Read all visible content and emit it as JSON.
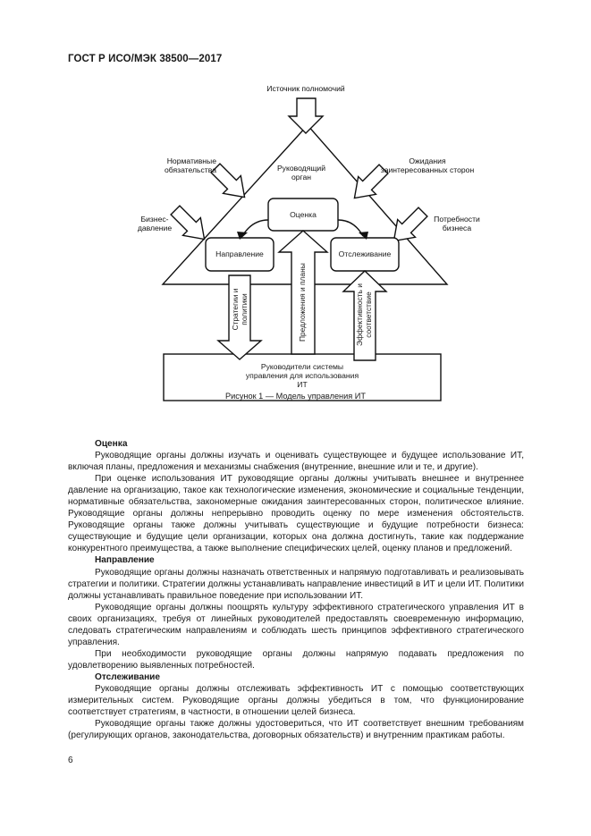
{
  "header": {
    "standard": "ГОСТ Р ИСО/МЭК 38500—2017"
  },
  "figure": {
    "source_of_authority": "Источник полномочий",
    "governing_body": "Руководящий орган",
    "regulatory_obligations": "Нормативные обязательства",
    "stakeholder_expectations": "Ожидания заинтересованных сторон",
    "business_pressures": "Бизнес-давление",
    "business_needs": "Потребности бизнеса",
    "evaluate": "Оценка",
    "direct": "Направление",
    "monitor": "Отслеживание",
    "strategies_policies": "Стратегии и политики",
    "proposals_plans": "Предложения и планы",
    "performance_conformance": "Эффективность и соответствие",
    "management_system": "Руководители системы управления для использования ИТ"
  },
  "caption": "Рисунок 1 — Модель управления ИТ",
  "sections": [
    {
      "heading": "Оценка",
      "paragraphs": [
        "Руководящие органы должны изучать и оценивать существующее и будущее использование ИТ, включая планы, предложения и механизмы снабжения (внутренние, внешние или и те, и другие).",
        "При оценке использования ИТ руководящие органы должны учитывать внешнее и внутреннее давление на организацию, такое как технологические изменения, экономические и социальные тенденции, нормативные обязательства, закономерные ожидания заинтересованных сторон, политическое влияние. Руководящие органы должны непрерывно проводить оценку по мере изменения обстоятельств. Руководящие органы также должны учитывать существующие и будущие потребности бизнеса: существующие и будущие цели организации, которых она должна достигнуть, такие как поддержание конкурентного преимущества, а также выполнение специфических целей, оценку планов и предложений."
      ]
    },
    {
      "heading": "Направление",
      "paragraphs": [
        "Руководящие органы должны назначать ответственных и напрямую подготавливать и реализовывать стратегии и политики. Стратегии должны устанавливать направление инвестиций в ИТ и цели ИТ. Политики должны устанавливать правильное поведение при использовании ИТ.",
        "Руководящие органы должны поощрять культуру эффективного стратегического управления ИТ в своих организациях, требуя от линейных руководителей предоставлять своевременную информацию, следовать стратегическим направлениям и соблюдать шесть принципов эффективного стратегического управления.",
        "При необходимости руководящие органы должны напрямую подавать предложения по удовлетворению выявленных потребностей."
      ]
    },
    {
      "heading": "Отслеживание",
      "paragraphs": [
        "Руководящие органы должны отслеживать эффективность ИТ с помощью соответствующих измерительных систем. Руководящие органы должны убедиться в том, что функционирование соответствует стратегиям, в частности, в отношении целей бизнеса.",
        "Руководящие органы также должны удостовериться, что ИТ соответствует внешним требованиям (регулирующих органов, законодательства, договорных обязательств) и внутренним практикам работы."
      ]
    }
  ],
  "page_number": "6"
}
